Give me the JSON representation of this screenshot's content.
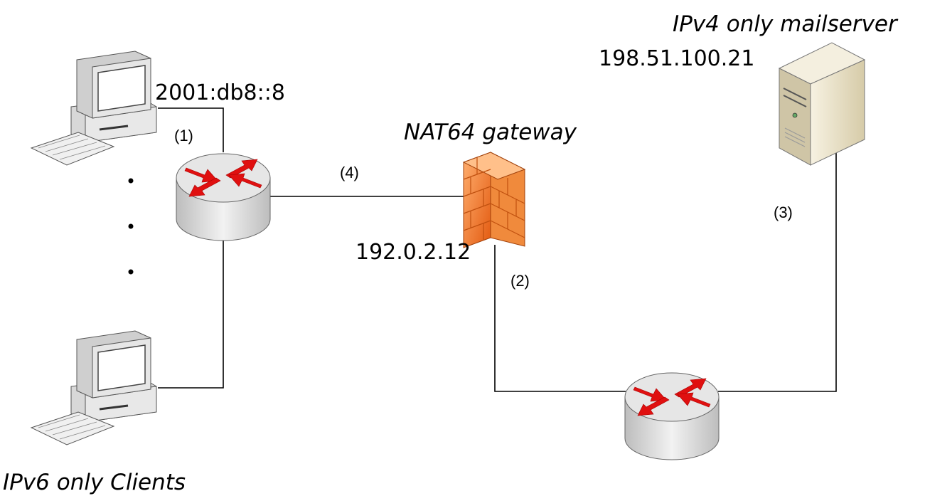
{
  "labels": {
    "clients_caption": "IPv6 only Clients",
    "client_address": "2001:db8::8",
    "gateway_caption": "NAT64 gateway",
    "gateway_address": "192.0.2.12",
    "server_caption": "IPv4 only mailserver",
    "server_address": "198.51.100.21"
  },
  "steps": {
    "step1": "(1)",
    "step2": "(2)",
    "step3": "(3)",
    "step4": "(4)"
  },
  "colors": {
    "router_body": "#d9d9d9",
    "router_arrow": "#e01010",
    "firewall": "#f07a2a",
    "server_case": "#e8e0c8"
  }
}
